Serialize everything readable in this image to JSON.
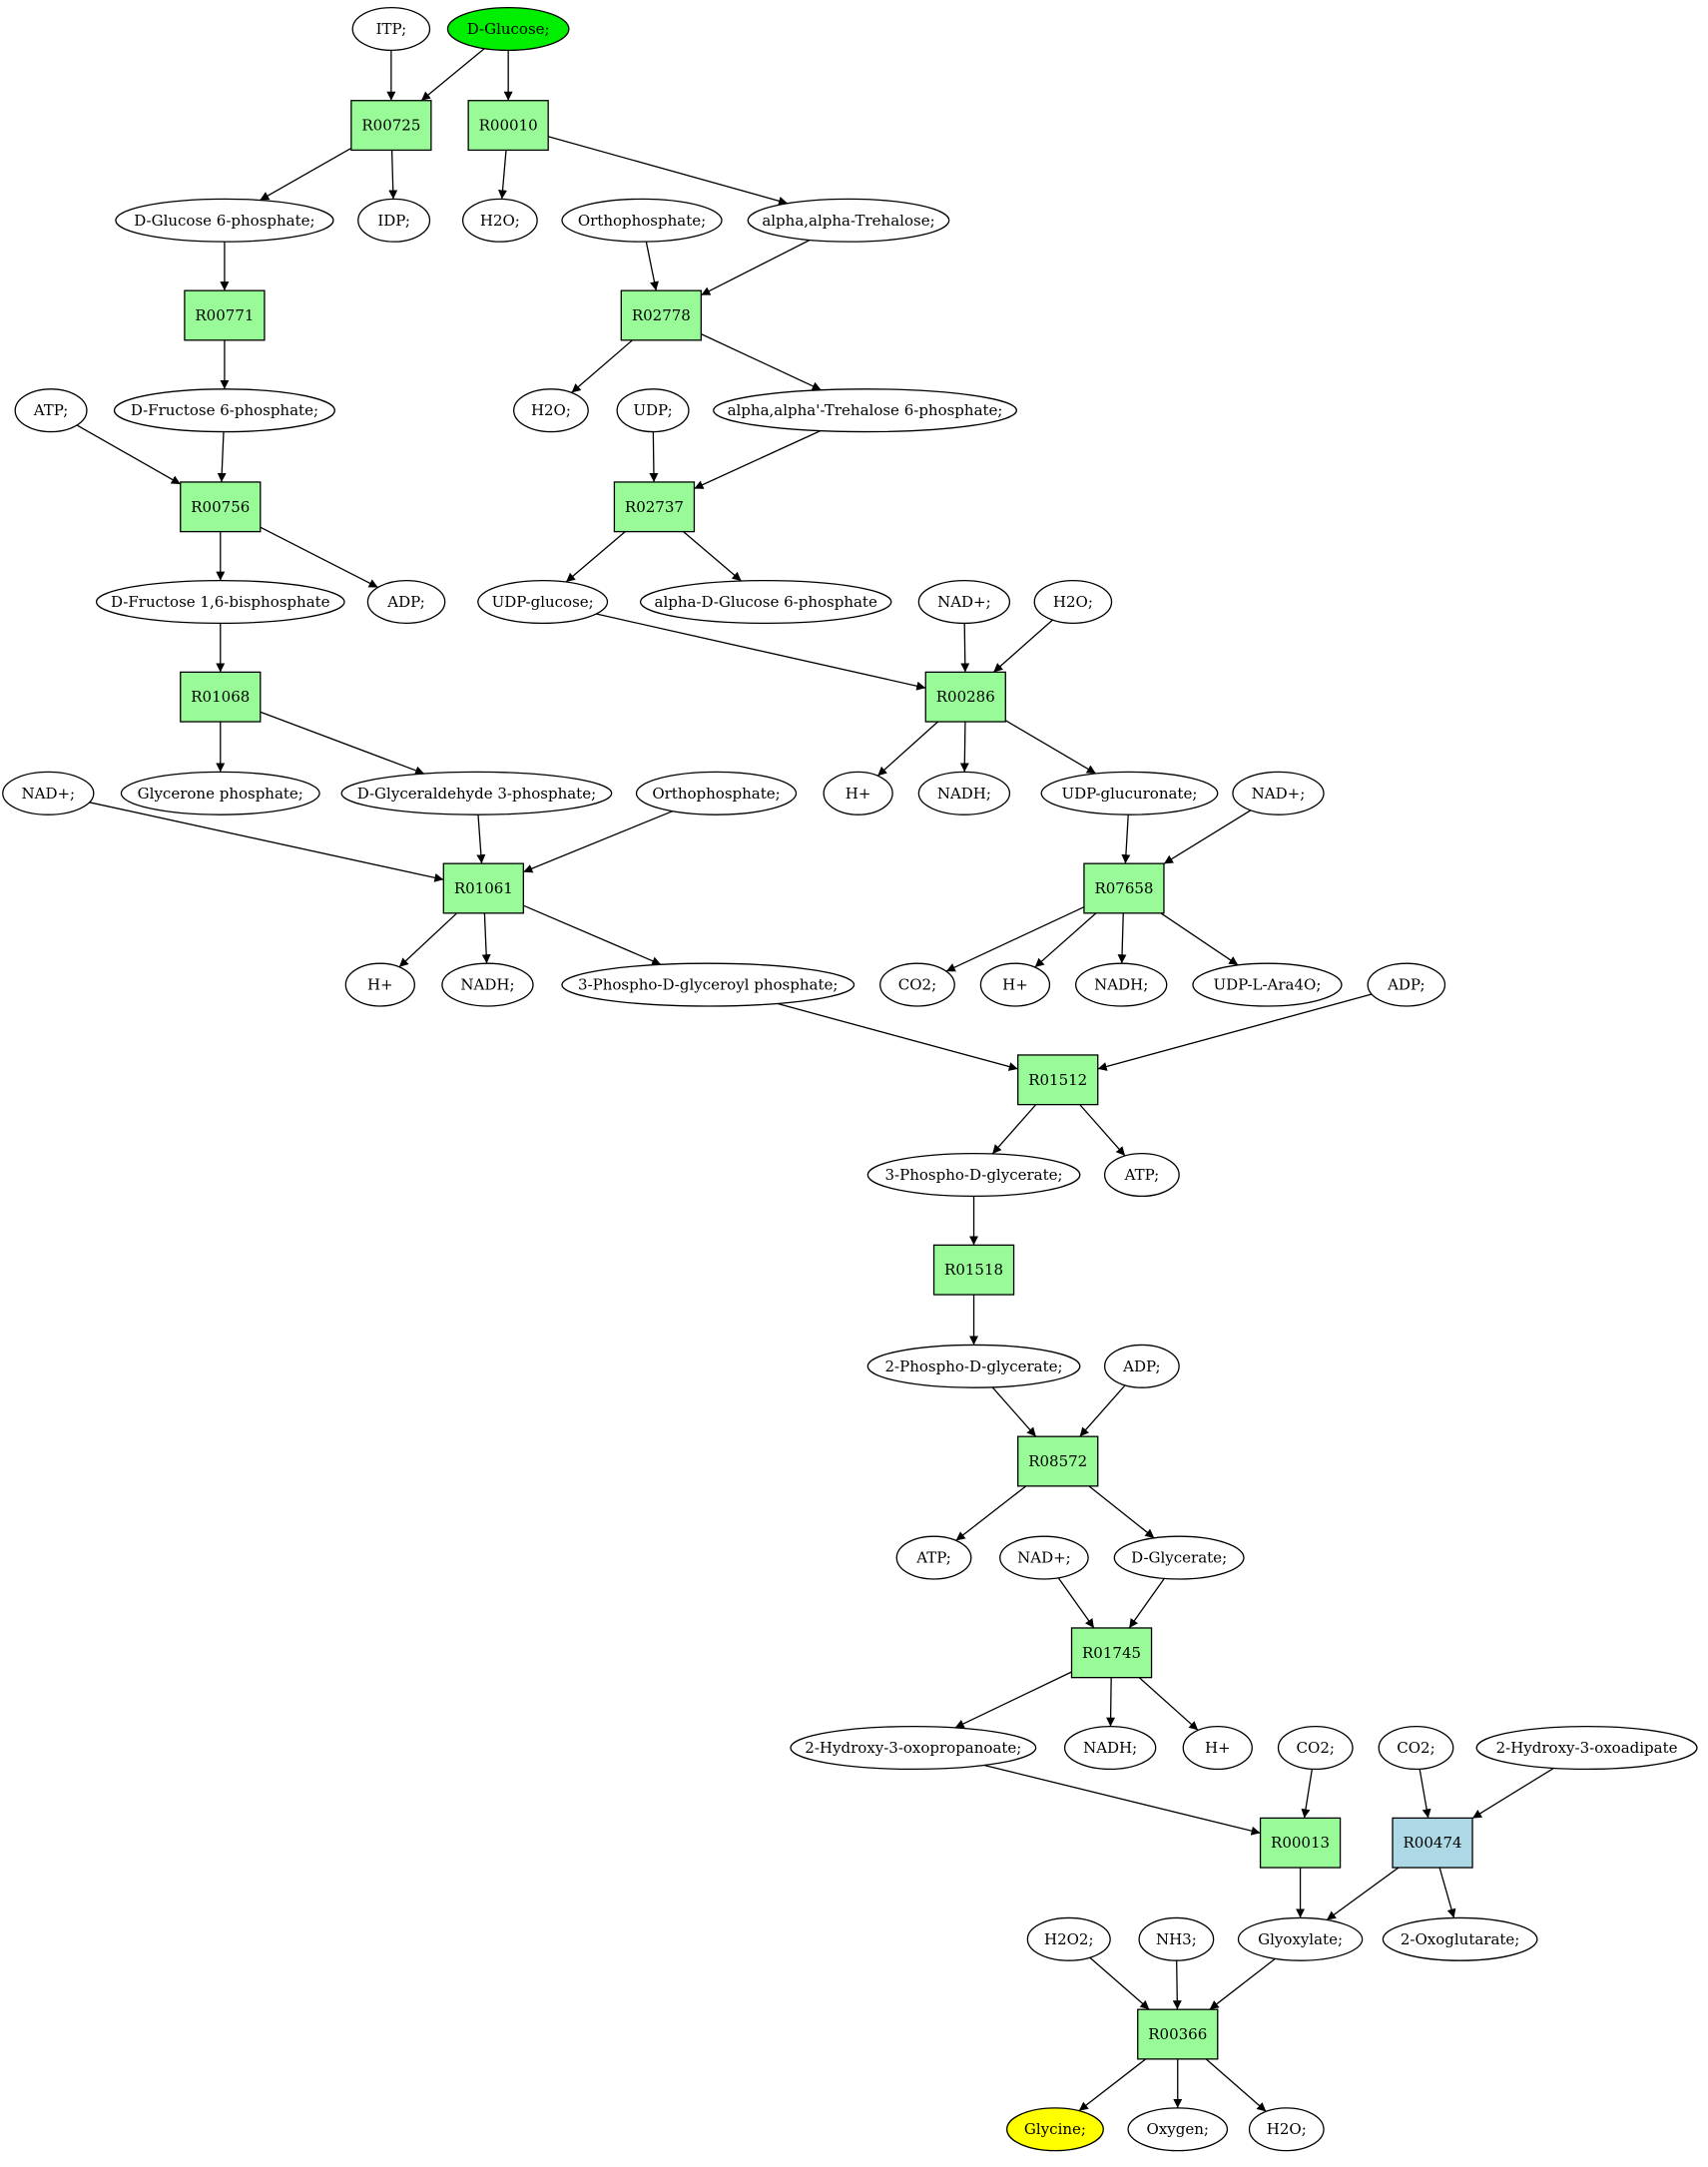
{
  "colors": {
    "reaction": "#98fb98",
    "reaction_alt": "#add8e6",
    "source": "#00ee00",
    "target": "#ffff00",
    "compound": "#ffffff"
  },
  "nodes": {
    "itp": {
      "label": "ITP;",
      "kind": "compound"
    },
    "dglc": {
      "label": "D-Glucose;",
      "kind": "source"
    },
    "r00725": {
      "label": "R00725",
      "kind": "reaction"
    },
    "r00010": {
      "label": "R00010",
      "kind": "reaction"
    },
    "g6p": {
      "label": "D-Glucose 6-phosphate;",
      "kind": "compound"
    },
    "idp": {
      "label": "IDP;",
      "kind": "compound"
    },
    "h2o_1": {
      "label": "H2O;",
      "kind": "compound"
    },
    "pi_1": {
      "label": "Orthophosphate;",
      "kind": "compound"
    },
    "treh": {
      "label": "alpha,alpha-Trehalose;",
      "kind": "compound"
    },
    "r00771": {
      "label": "R00771",
      "kind": "reaction"
    },
    "r02778": {
      "label": "R02778",
      "kind": "reaction"
    },
    "atp_1": {
      "label": "ATP;",
      "kind": "compound"
    },
    "f6p": {
      "label": "D-Fructose 6-phosphate;",
      "kind": "compound"
    },
    "h2o_2": {
      "label": "H2O;",
      "kind": "compound"
    },
    "udp": {
      "label": "UDP;",
      "kind": "compound"
    },
    "t6p": {
      "label": "alpha,alpha'-Trehalose 6-phosphate;",
      "kind": "compound"
    },
    "r00756": {
      "label": "R00756",
      "kind": "reaction"
    },
    "r02737": {
      "label": "R02737",
      "kind": "reaction"
    },
    "fbp": {
      "label": "D-Fructose 1,6-bisphosphate",
      "kind": "compound"
    },
    "adp_1": {
      "label": "ADP;",
      "kind": "compound"
    },
    "udpg": {
      "label": "UDP-glucose;",
      "kind": "compound"
    },
    "ag6p": {
      "label": "alpha-D-Glucose 6-phosphate",
      "kind": "compound"
    },
    "nad_1": {
      "label": "NAD+;",
      "kind": "compound"
    },
    "h2o_3": {
      "label": "H2O;",
      "kind": "compound"
    },
    "r01068": {
      "label": "R01068",
      "kind": "reaction"
    },
    "r00286": {
      "label": "R00286",
      "kind": "reaction"
    },
    "nad_2": {
      "label": "NAD+;",
      "kind": "compound"
    },
    "dhap": {
      "label": "Glycerone phosphate;",
      "kind": "compound"
    },
    "gap": {
      "label": "D-Glyceraldehyde 3-phosphate;",
      "kind": "compound"
    },
    "pi_2": {
      "label": "Orthophosphate;",
      "kind": "compound"
    },
    "hplus_1": {
      "label": "H+",
      "kind": "compound"
    },
    "nadh_1": {
      "label": "NADH;",
      "kind": "compound"
    },
    "udpgluc": {
      "label": "UDP-glucuronate;",
      "kind": "compound"
    },
    "nad_3": {
      "label": "NAD+;",
      "kind": "compound"
    },
    "r01061": {
      "label": "R01061",
      "kind": "reaction"
    },
    "r07658": {
      "label": "R07658",
      "kind": "reaction"
    },
    "hplus_2": {
      "label": "H+",
      "kind": "compound"
    },
    "nadh_2": {
      "label": "NADH;",
      "kind": "compound"
    },
    "bpg": {
      "label": "3-Phospho-D-glyceroyl phosphate;",
      "kind": "compound"
    },
    "co2_1": {
      "label": "CO2;",
      "kind": "compound"
    },
    "hplus_3": {
      "label": "H+",
      "kind": "compound"
    },
    "nadh_3": {
      "label": "NADH;",
      "kind": "compound"
    },
    "udpara": {
      "label": "UDP-L-Ara4O;",
      "kind": "compound"
    },
    "adp_2": {
      "label": "ADP;",
      "kind": "compound"
    },
    "r01512": {
      "label": "R01512",
      "kind": "reaction"
    },
    "pg3": {
      "label": "3-Phospho-D-glycerate;",
      "kind": "compound"
    },
    "atp_2": {
      "label": "ATP;",
      "kind": "compound"
    },
    "r01518": {
      "label": "R01518",
      "kind": "reaction"
    },
    "pg2": {
      "label": "2-Phospho-D-glycerate;",
      "kind": "compound"
    },
    "adp_3": {
      "label": "ADP;",
      "kind": "compound"
    },
    "r08572": {
      "label": "R08572",
      "kind": "reaction"
    },
    "atp_3": {
      "label": "ATP;",
      "kind": "compound"
    },
    "nad_4": {
      "label": "NAD+;",
      "kind": "compound"
    },
    "dglyc": {
      "label": "D-Glycerate;",
      "kind": "compound"
    },
    "r01745": {
      "label": "R01745",
      "kind": "reaction"
    },
    "hop": {
      "label": "2-Hydroxy-3-oxopropanoate;",
      "kind": "compound"
    },
    "nadh_4": {
      "label": "NADH;",
      "kind": "compound"
    },
    "hplus_4": {
      "label": "H+",
      "kind": "compound"
    },
    "co2_2": {
      "label": "CO2;",
      "kind": "compound"
    },
    "co2_3": {
      "label": "CO2;",
      "kind": "compound"
    },
    "hoa": {
      "label": "2-Hydroxy-3-oxoadipate",
      "kind": "compound"
    },
    "r00013": {
      "label": "R00013",
      "kind": "reaction"
    },
    "r00474": {
      "label": "R00474",
      "kind": "reaction_alt"
    },
    "h2o2": {
      "label": "H2O2;",
      "kind": "compound"
    },
    "nh3": {
      "label": "NH3;",
      "kind": "compound"
    },
    "glyox": {
      "label": "Glyoxylate;",
      "kind": "compound"
    },
    "oxoglu": {
      "label": "2-Oxoglutarate;",
      "kind": "compound"
    },
    "r00366": {
      "label": "R00366",
      "kind": "reaction"
    },
    "glycine": {
      "label": "Glycine;",
      "kind": "target"
    },
    "oxygen": {
      "label": "Oxygen;",
      "kind": "compound"
    },
    "h2o_4": {
      "label": "H2O;",
      "kind": "compound"
    }
  },
  "edges": [
    [
      "itp",
      "r00725"
    ],
    [
      "dglc",
      "r00725"
    ],
    [
      "dglc",
      "r00010"
    ],
    [
      "r00725",
      "g6p"
    ],
    [
      "r00725",
      "idp"
    ],
    [
      "r00010",
      "h2o_1"
    ],
    [
      "r00010",
      "treh"
    ],
    [
      "g6p",
      "r00771"
    ],
    [
      "pi_1",
      "r02778"
    ],
    [
      "treh",
      "r02778"
    ],
    [
      "r00771",
      "f6p"
    ],
    [
      "r02778",
      "h2o_2"
    ],
    [
      "r02778",
      "t6p"
    ],
    [
      "atp_1",
      "r00756"
    ],
    [
      "f6p",
      "r00756"
    ],
    [
      "udp",
      "r02737"
    ],
    [
      "t6p",
      "r02737"
    ],
    [
      "r00756",
      "fbp"
    ],
    [
      "r00756",
      "adp_1"
    ],
    [
      "r02737",
      "udpg"
    ],
    [
      "r02737",
      "ag6p"
    ],
    [
      "fbp",
      "r01068"
    ],
    [
      "udpg",
      "r00286"
    ],
    [
      "nad_1",
      "r00286"
    ],
    [
      "h2o_3",
      "r00286"
    ],
    [
      "r01068",
      "dhap"
    ],
    [
      "r01068",
      "gap"
    ],
    [
      "r00286",
      "hplus_1"
    ],
    [
      "r00286",
      "nadh_1"
    ],
    [
      "r00286",
      "udpgluc"
    ],
    [
      "nad_2",
      "r01061"
    ],
    [
      "gap",
      "r01061"
    ],
    [
      "pi_2",
      "r01061"
    ],
    [
      "udpgluc",
      "r07658"
    ],
    [
      "nad_3",
      "r07658"
    ],
    [
      "r01061",
      "hplus_2"
    ],
    [
      "r01061",
      "nadh_2"
    ],
    [
      "r01061",
      "bpg"
    ],
    [
      "r07658",
      "co2_1"
    ],
    [
      "r07658",
      "hplus_3"
    ],
    [
      "r07658",
      "nadh_3"
    ],
    [
      "r07658",
      "udpara"
    ],
    [
      "bpg",
      "r01512"
    ],
    [
      "adp_2",
      "r01512"
    ],
    [
      "r01512",
      "pg3"
    ],
    [
      "r01512",
      "atp_2"
    ],
    [
      "pg3",
      "r01518"
    ],
    [
      "r01518",
      "pg2"
    ],
    [
      "pg2",
      "r08572"
    ],
    [
      "adp_3",
      "r08572"
    ],
    [
      "r08572",
      "atp_3"
    ],
    [
      "r08572",
      "dglyc"
    ],
    [
      "nad_4",
      "r01745"
    ],
    [
      "dglyc",
      "r01745"
    ],
    [
      "r01745",
      "hop"
    ],
    [
      "r01745",
      "nadh_4"
    ],
    [
      "r01745",
      "hplus_4"
    ],
    [
      "hop",
      "r00013"
    ],
    [
      "co2_2",
      "r00013"
    ],
    [
      "co2_3",
      "r00474"
    ],
    [
      "hoa",
      "r00474"
    ],
    [
      "r00013",
      "glyox"
    ],
    [
      "r00474",
      "glyox"
    ],
    [
      "r00474",
      "oxoglu"
    ],
    [
      "h2o2",
      "r00366"
    ],
    [
      "nh3",
      "r00366"
    ],
    [
      "glyox",
      "r00366"
    ],
    [
      "r00366",
      "glycine"
    ],
    [
      "r00366",
      "oxygen"
    ],
    [
      "r00366",
      "h2o_4"
    ]
  ]
}
